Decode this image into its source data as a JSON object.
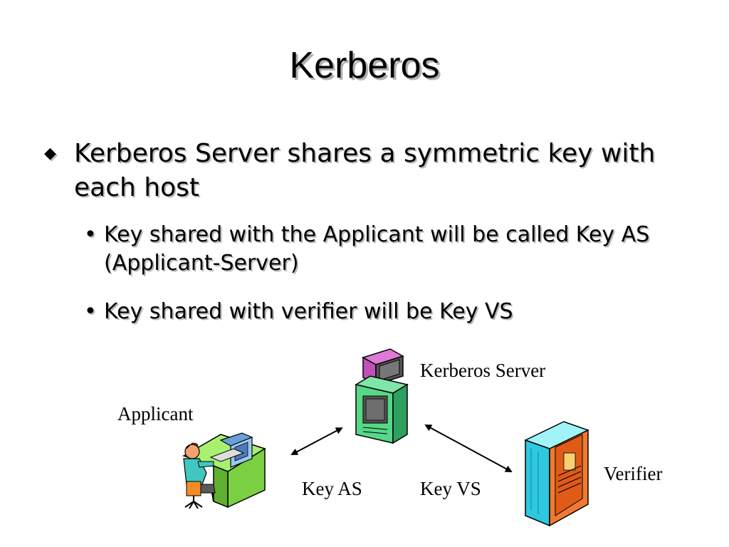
{
  "slide": {
    "title": "Kerberos",
    "bullets": {
      "main_marker": "◆",
      "main": "Kerberos Server shares a symmetric key with each host",
      "sub_marker": "•",
      "sub": [
        "Key shared with the Applicant will be called Key AS (Applicant-Server)",
        "Key shared with verifier will be Key VS"
      ]
    }
  },
  "diagram": {
    "nodes": {
      "server": "Kerberos Server",
      "applicant": "Applicant",
      "verifier": "Verifier"
    },
    "edges": {
      "applicant_server": "Key AS",
      "server_verifier": "Key VS"
    },
    "icons": {
      "server": "server-tower-icon",
      "applicant": "person-at-computer-desk-icon",
      "verifier": "mainframe-cabinet-icon"
    }
  }
}
